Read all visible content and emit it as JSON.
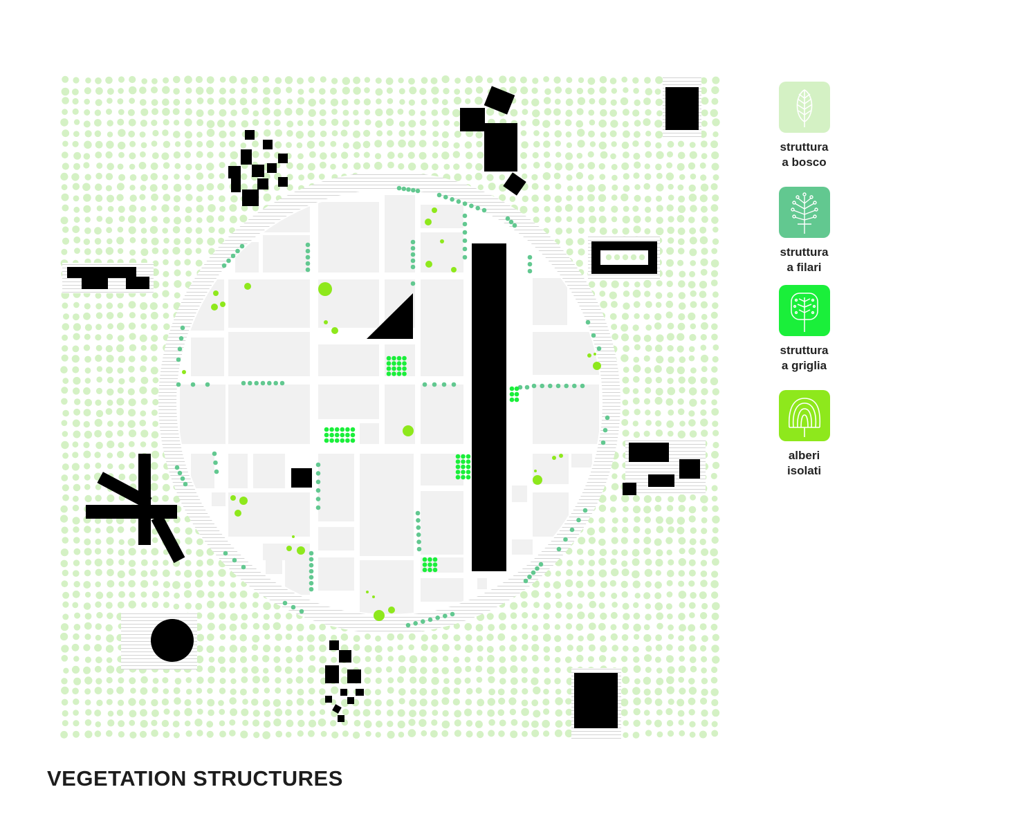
{
  "title": "VEGETATION STRUCTURES",
  "colors": {
    "bosco": "#d4f1c4",
    "filari": "#62c890",
    "griglia": "#1aef3a",
    "isolati": "#8ee81c",
    "block": "#f1f1f1",
    "building": "#000000"
  },
  "legend": [
    {
      "label": "struttura\na bosco",
      "icon": "leaf-icon",
      "color": "#d4f1c4"
    },
    {
      "label": "struttura\na filari",
      "icon": "branching-tree-icon",
      "color": "#62c890"
    },
    {
      "label": "struttura\na griglia",
      "icon": "grid-tree-icon",
      "color": "#1aef3a"
    },
    {
      "label": "alberi\nisolati",
      "icon": "tree-rings-icon",
      "color": "#8ee81c"
    }
  ]
}
